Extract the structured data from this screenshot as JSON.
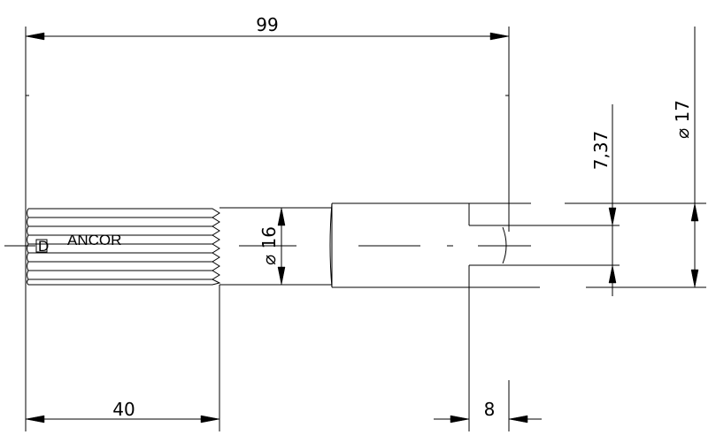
{
  "drawing": {
    "dimensions": {
      "overall_length": "99",
      "splined_length": "40",
      "groove_width": "8",
      "shaft_diameter": "⌀ 16",
      "outer_diameter": "⌀ 17",
      "offset": "7,37"
    },
    "brand_label": "ANCOR",
    "centre_mark": "D"
  }
}
